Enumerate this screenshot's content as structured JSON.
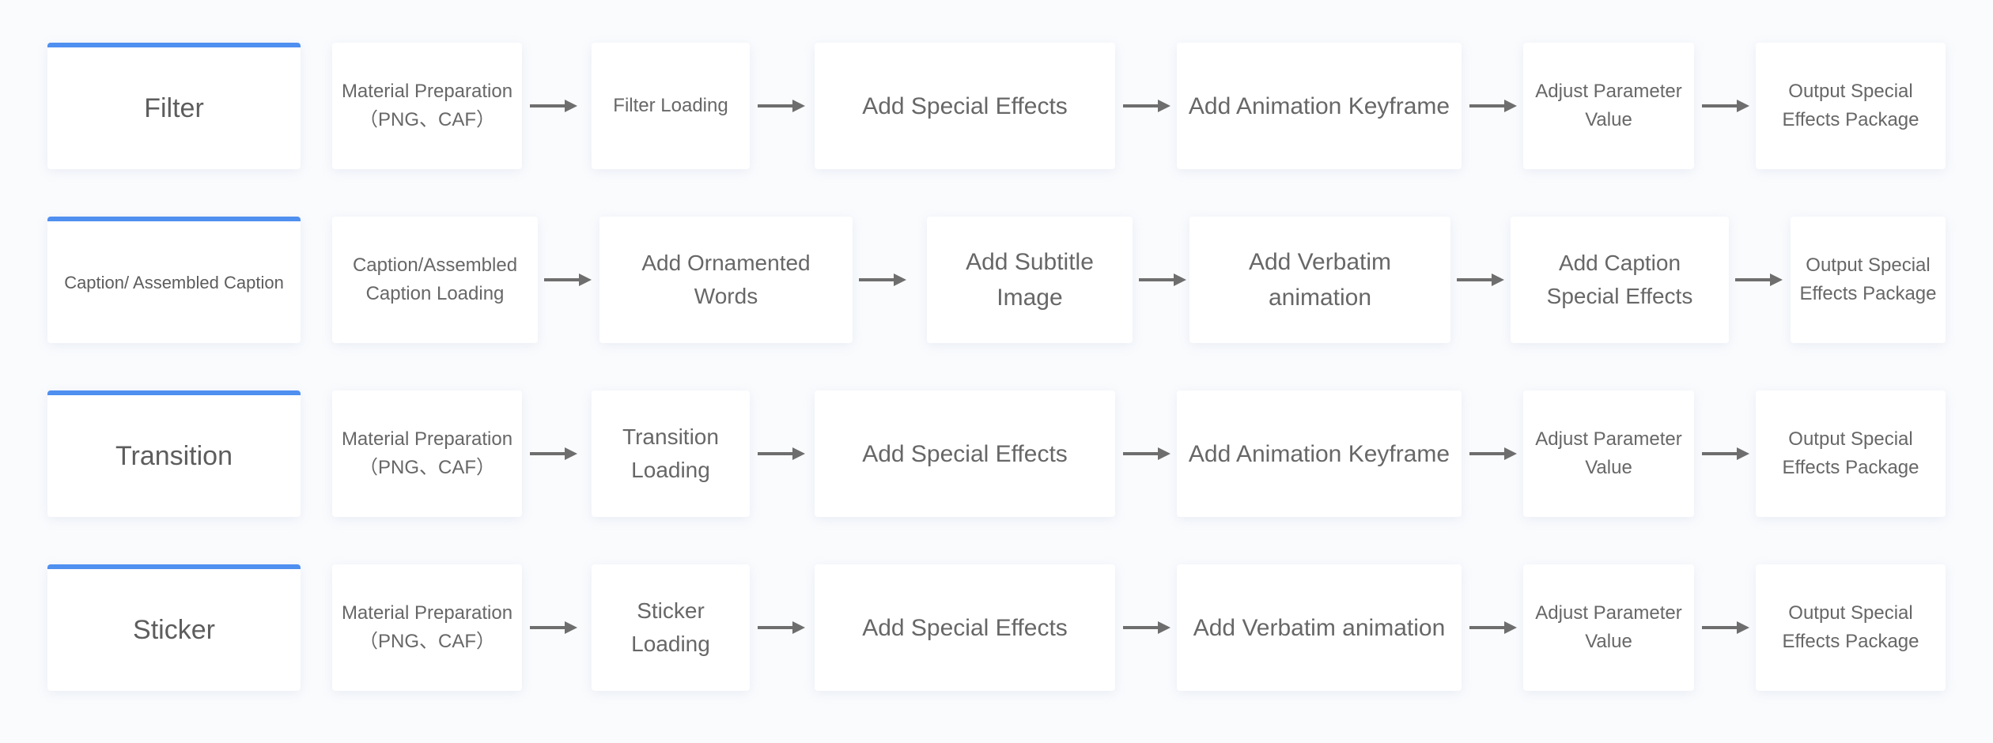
{
  "rows": [
    {
      "category": "Filter",
      "steps": [
        "Material Preparation\n（PNG、CAF）",
        "Filter Loading",
        "Add Special Effects",
        "Add Animation Keyframe",
        "Adjust Parameter\nValue",
        "Output Special\nEffects Package"
      ]
    },
    {
      "category": "Caption/ Assembled Caption",
      "steps": [
        "Caption/Assembled\nCaption Loading",
        "Add Ornamented Words",
        "Add Subtitle Image",
        "Add Verbatim animation",
        "Add Caption\nSpecial Effects",
        "Output Special\nEffects Package"
      ]
    },
    {
      "category": "Transition",
      "steps": [
        "Material Preparation\n（PNG、CAF）",
        "Transition\nLoading",
        "Add Special Effects",
        "Add Animation Keyframe",
        "Adjust Parameter\nValue",
        "Output Special\nEffects Package"
      ]
    },
    {
      "category": "Sticker",
      "steps": [
        "Material Preparation\n（PNG、CAF）",
        "Sticker\nLoading",
        "Add Special Effects",
        "Add Verbatim animation",
        "Adjust Parameter\nValue",
        "Output Special\nEffects Package"
      ]
    }
  ],
  "colors": {
    "accent": "#4f8ff0",
    "arrow": "#6e6e6e",
    "text": "#676767",
    "node_bg": "#ffffff"
  }
}
